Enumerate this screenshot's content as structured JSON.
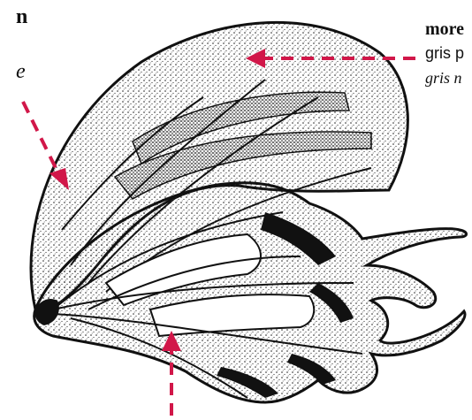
{
  "labels": {
    "top_left_line1": "n",
    "top_left_line2": "e",
    "top_right_line1": "more",
    "top_right_line2": "gris p",
    "top_right_line3": "gris n"
  },
  "colors": {
    "arrow": "#d11749",
    "ink": "#111111",
    "background": "#ffffff"
  },
  "figure": {
    "subject": "butterfly hind wing with tail extensions (engraving style)"
  }
}
